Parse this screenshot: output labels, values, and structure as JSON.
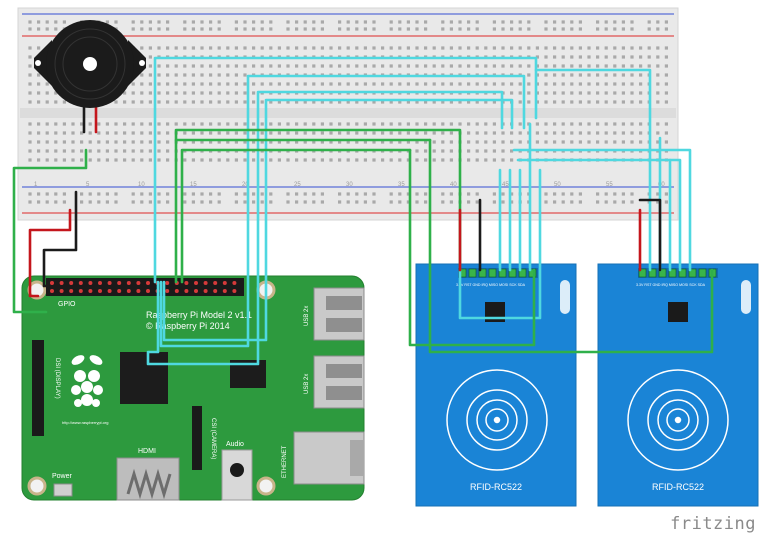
{
  "pi": {
    "model_line1": "Raspberry Pi Model 2 v1.1",
    "model_line2": "© Raspberry Pi 2014",
    "gpio_label": "GPIO",
    "display_label": "DSI (DISPLAY)",
    "hdmi_label": "HDMI",
    "csi_label": "CSI (CAMERA)",
    "audio_label": "Audio",
    "ethernet_label": "ETHERNET",
    "power_label": "Power",
    "usb1_label": "USB 2x",
    "usb2_label": "USB 2x",
    "url_label": "http://www.raspberrypi.org"
  },
  "rfid": [
    {
      "name": "RFID-RC522",
      "pins": "3.3V RST GND IRQ MISO MOSI SCK SDA"
    },
    {
      "name": "RFID-RC522",
      "pins": "3.3V RST GND IRQ MISO MOSI SCK SDA"
    }
  ],
  "breadboard": {
    "col_numbers": [
      "1",
      "5",
      "10",
      "15",
      "20",
      "25",
      "30",
      "35",
      "40",
      "45",
      "50",
      "55",
      "60"
    ]
  },
  "watermark": "fritzing",
  "colors": {
    "board_green": "#2d9a3e",
    "rfid_blue": "#1a84d6",
    "breadboard": "#e9e9e9",
    "wire_cyan": "#4fd8e0",
    "wire_green": "#2fb04a",
    "wire_red": "#c4161c",
    "wire_black": "#1b1b1b",
    "rail_red": "#e05050",
    "rail_blue": "#5a6fd8"
  }
}
